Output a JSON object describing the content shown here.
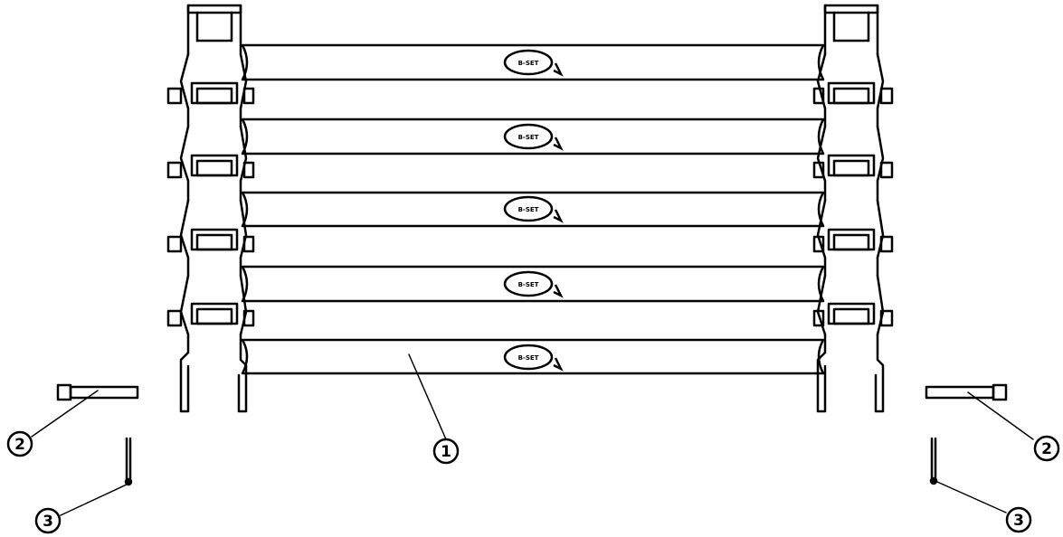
{
  "diagram": {
    "callouts": {
      "bar_assembly": "1",
      "pin_left": "2",
      "pin_right": "2",
      "cotter_left": "3",
      "cotter_right": "3"
    },
    "rod_logo_text": "B-SET",
    "rod_count": 5,
    "stroke_color": "#000000",
    "background_color": "#ffffff"
  }
}
